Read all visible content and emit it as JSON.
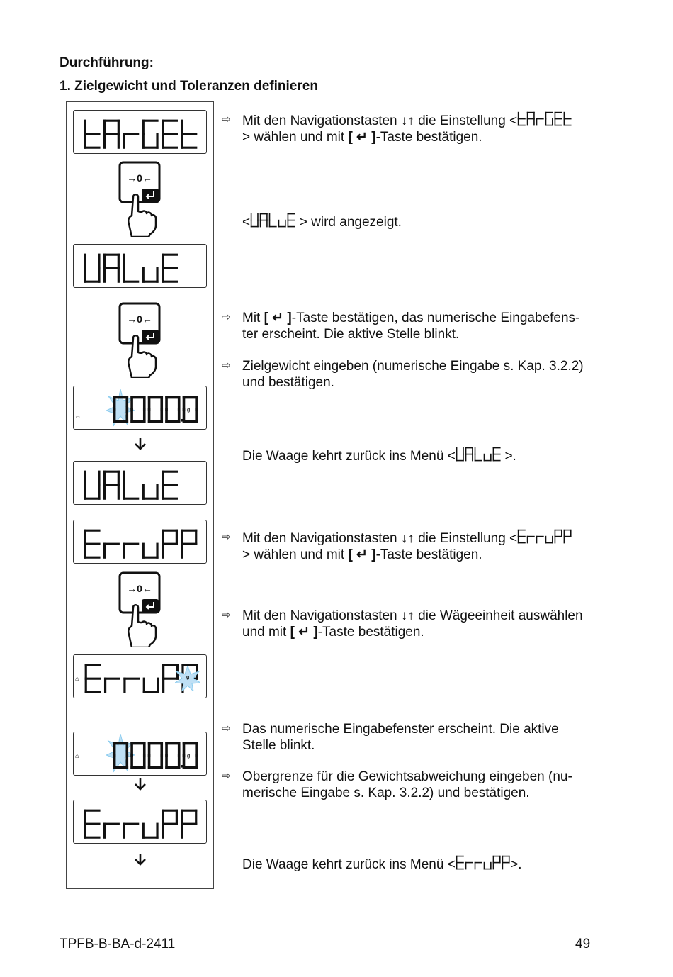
{
  "headings": {
    "title": "Durchführung:",
    "step1": "1.  Zielgewicht und Toleranzen definieren"
  },
  "icons": {
    "bullet": "right-arrow-outline-icon",
    "enter": "enter-key-icon",
    "nav": "navigation-arrows-icon",
    "keypad": "tare-zero-enter-key-press-icon",
    "down": "down-arrow-icon"
  },
  "displays": {
    "d1": "tArGEt",
    "d2": "VALuE",
    "d3_value": "0000.0",
    "d3_unit": "g",
    "d4": "VALuE",
    "d5": "ErruPP",
    "d6": "ErruPP",
    "d6_unit": "g",
    "d7_value": "0000.0",
    "d7_unit": "g",
    "d8": "ErruPP"
  },
  "instructions": {
    "i1a_pre": "Mit den Navigationstasten ",
    "i1a_nav": "↓↑",
    "i1a_mid": " die Einstellung <",
    "i1a_seg": "tArGEt",
    "i1b_pre": "> wählen und mit ",
    "i1b_key": "[ ↵ ]",
    "i1b_post": "-Taste bestätigen.",
    "i2_pre": "<",
    "i2_seg": "VALuE",
    "i2_post": " > wird angezeigt.",
    "i3a_pre": "Mit ",
    "i3a_key": "[ ↵ ]",
    "i3a_post": "-Taste bestätigen, das numerische Eingabefens-",
    "i3b": "ter erscheint. Die aktive Stelle blinkt.",
    "i4a": "Zielgewicht eingeben (numerische Eingabe s. Kap. 3.2.2)",
    "i4b": "und bestätigen.",
    "i5_pre": "Die Waage kehrt zurück ins Menü <",
    "i5_seg": "VALuE",
    "i5_post": " >.",
    "i6a_pre": "Mit den Navigationstasten ",
    "i6a_nav": "↓↑",
    "i6a_mid": " die Einstellung <",
    "i6a_seg": "ErruPP",
    "i6b_pre": "> wählen und mit ",
    "i6b_key": "[ ↵ ]",
    "i6b_post": "-Taste bestätigen.",
    "i7a_pre": "Mit den Navigationstasten ",
    "i7a_nav": "↓↑",
    "i7a_post": " die Wägeeinheit auswählen",
    "i7b_pre": "und mit ",
    "i7b_key": "[ ↵ ]",
    "i7b_post": "-Taste bestätigen.",
    "i8a": "Das numerische Eingabefenster erscheint. Die aktive",
    "i8b": "Stelle blinkt.",
    "i9a": "Obergrenze für die Gewichtsabweichung eingeben (nu-",
    "i9b": "merische Eingabe s. Kap. 3.2.2) und bestätigen.",
    "i10_pre": "Die Waage kehrt zurück ins Menü <",
    "i10_seg": "ErruPP",
    "i10_post": ">."
  },
  "footer": {
    "doc_id": "TPFB-B-BA-d-2411",
    "page": "49"
  },
  "colors": {
    "highlight": "#bfe0f5",
    "starburst": "#8ccdef",
    "border": "#333333"
  }
}
